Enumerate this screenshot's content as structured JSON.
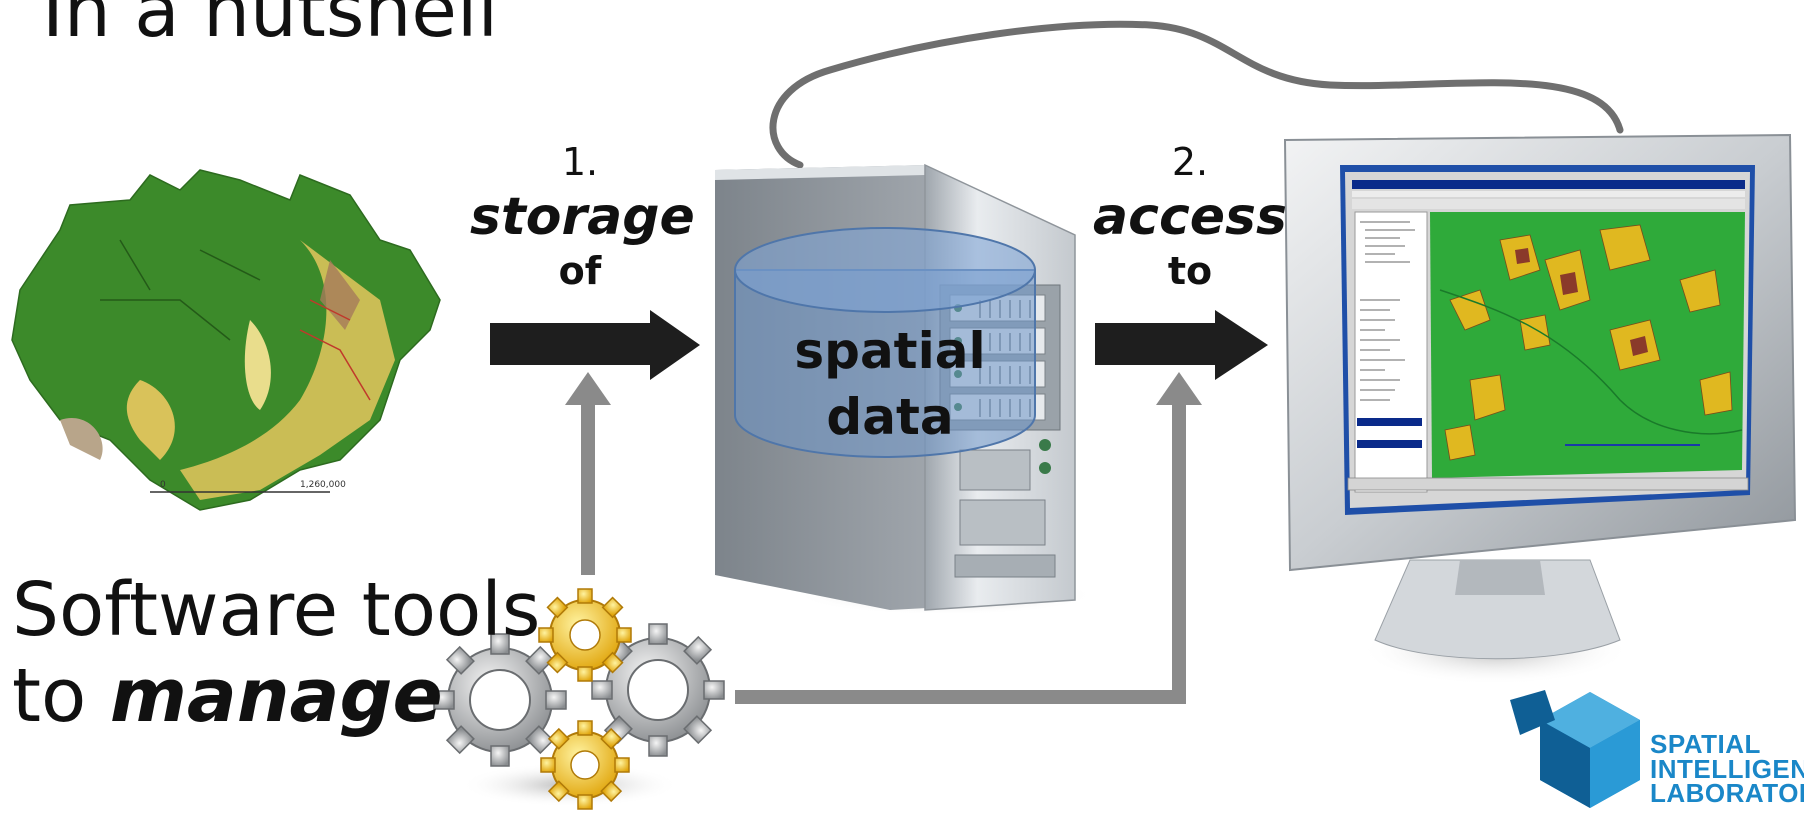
{
  "title": "In a nutshell",
  "step1": {
    "number": "1.",
    "verb": "storage",
    "preposition": "of"
  },
  "step2": {
    "number": "2.",
    "verb": "access",
    "preposition": "to"
  },
  "cylinder_label": {
    "line1": "spatial",
    "line2": "data"
  },
  "software": {
    "line1": "Software tools",
    "line2_prefix": "to ",
    "line2_emphasis": "manage"
  },
  "logo": {
    "line1": "SPATIAL",
    "line2": "INTELLIGENCE",
    "line3": "LABORATORY"
  },
  "colors": {
    "arrow_dark": "#1e1e1e",
    "arrow_grey": "#8a8a8a",
    "map_forest": "#3c8a2a",
    "map_deforested": "#d9c25a",
    "cylinder_fill": "#6e95c9",
    "logo_blue": "#1a87c8"
  },
  "icons": {
    "map": "brazil-amazon-map-icon",
    "server": "server-tower-icon",
    "monitor": "computer-monitor-icon",
    "gears": "gears-icon",
    "logo": "spatial-intelligence-lab-logo-icon"
  }
}
